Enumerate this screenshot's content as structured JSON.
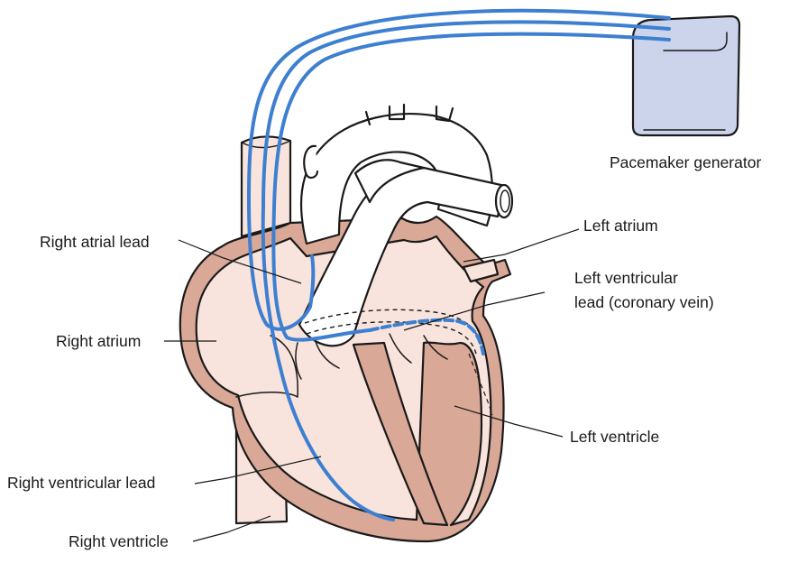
{
  "colors": {
    "heart_fill": "#f8e4dc",
    "muscle_fill": "#d9a896",
    "vessel_fill": "#ffffff",
    "lead": "#3d7fd0",
    "generator_fill": "#ccd4ec",
    "outline": "#1a1a1a"
  },
  "labels": {
    "pacemaker_generator": "Pacemaker generator",
    "left_atrium": "Left atrium",
    "left_ventricular_lead_line1": "Left ventricular",
    "left_ventricular_lead_line2": "lead (coronary vein)",
    "right_atrial_lead": "Right atrial lead",
    "right_atrium": "Right atrium",
    "left_ventricle": "Left ventricle",
    "right_ventricular_lead": "Right ventricular lead",
    "right_ventricle": "Right ventricle"
  },
  "icons": {
    "generator": "pacemaker-generator-icon",
    "heart": "heart-icon"
  }
}
